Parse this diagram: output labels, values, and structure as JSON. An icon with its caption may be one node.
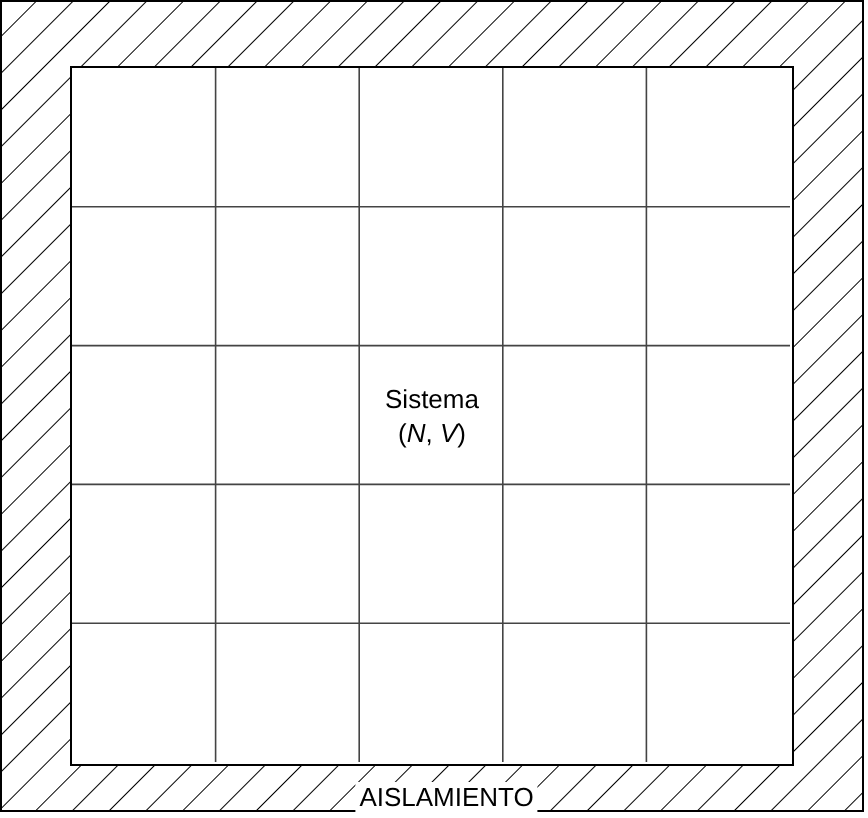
{
  "diagram": {
    "nodes": [
      {
        "text": [
          "AISLAMIENTO"
        ]
      },
      {
        "text": [
          "Sistema (*N*, *V*)"
        ],
        "in": 0
      }
    ]
  }
}
